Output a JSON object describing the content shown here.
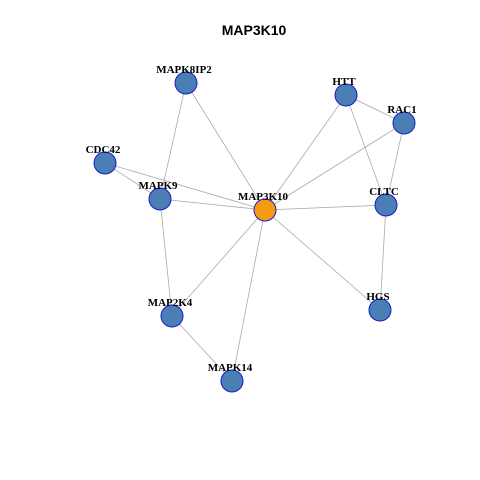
{
  "title": "MAP3K10",
  "colors": {
    "center_node": "#F39C12",
    "neighbor_node": "#4A7FB5",
    "node_border": "#1A1ACC",
    "edge": "#AAAAAA"
  },
  "nodes": [
    {
      "id": "MAP3K10",
      "role": "center"
    },
    {
      "id": "MAPK8IP2",
      "role": "neighbor"
    },
    {
      "id": "HTT",
      "role": "neighbor"
    },
    {
      "id": "RAC1",
      "role": "neighbor"
    },
    {
      "id": "CDC42",
      "role": "neighbor"
    },
    {
      "id": "MAPK9",
      "role": "neighbor"
    },
    {
      "id": "CLTC",
      "role": "neighbor"
    },
    {
      "id": "MAP2K4",
      "role": "neighbor"
    },
    {
      "id": "HGS",
      "role": "neighbor"
    },
    {
      "id": "MAPK14",
      "role": "neighbor"
    }
  ],
  "edges": [
    [
      "MAP3K10",
      "MAPK8IP2"
    ],
    [
      "MAP3K10",
      "HTT"
    ],
    [
      "MAP3K10",
      "RAC1"
    ],
    [
      "MAP3K10",
      "MAPK9"
    ],
    [
      "MAP3K10",
      "CLTC"
    ],
    [
      "MAP3K10",
      "MAP2K4"
    ],
    [
      "MAP3K10",
      "HGS"
    ],
    [
      "MAP3K10",
      "MAPK14"
    ],
    [
      "MAPK8IP2",
      "MAPK9"
    ],
    [
      "HTT",
      "RAC1"
    ],
    [
      "HTT",
      "CLTC"
    ],
    [
      "RAC1",
      "CLTC"
    ],
    [
      "CDC42",
      "MAPK9"
    ],
    [
      "CDC42",
      "MAP3K10"
    ],
    [
      "MAPK9",
      "MAP2K4"
    ],
    [
      "CLTC",
      "HGS"
    ],
    [
      "MAP2K4",
      "MAPK14"
    ]
  ]
}
